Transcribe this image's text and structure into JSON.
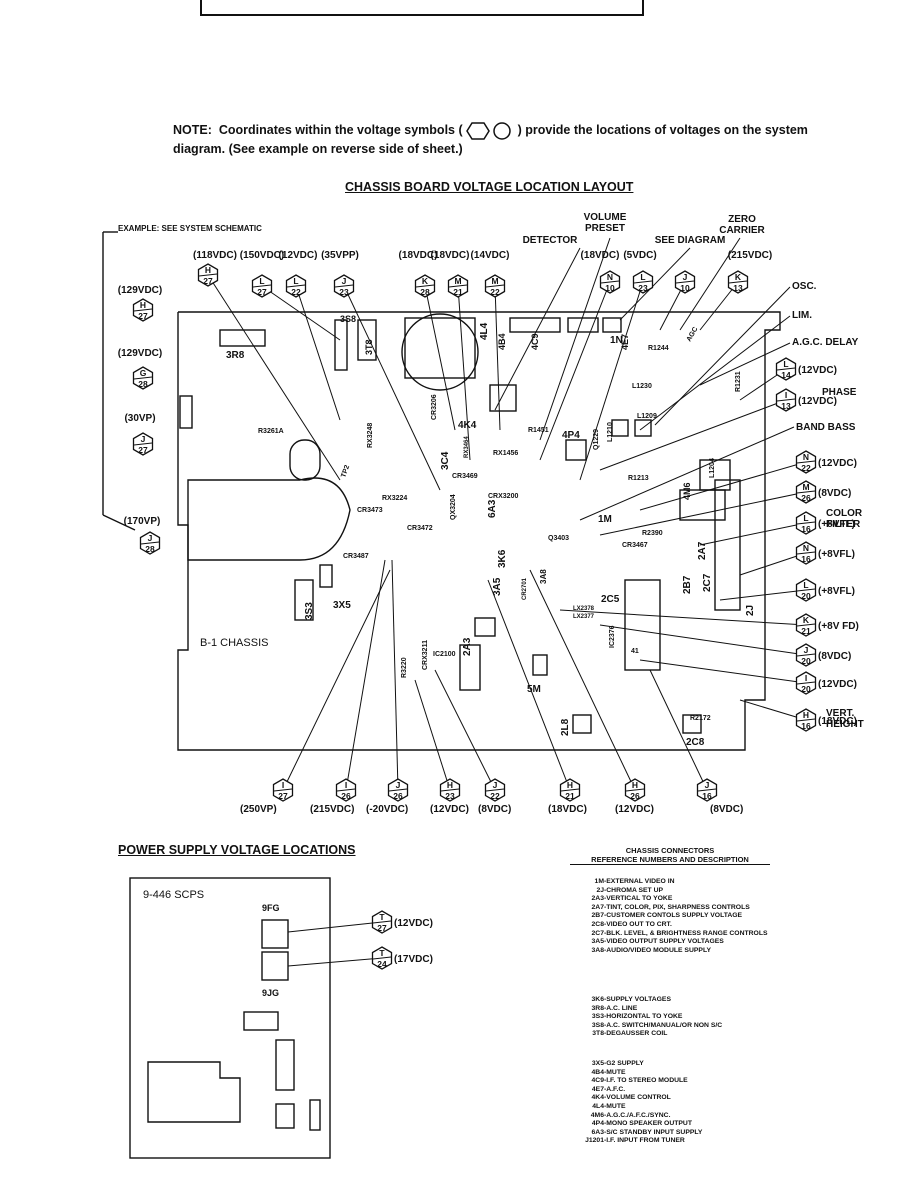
{
  "note": {
    "label": "NOTE:",
    "text_before": "Coordinates within the voltage symbols (",
    "text_after": ") provide the locations of voltages on the system diagram. (See example on reverse side of sheet.)"
  },
  "titles": {
    "chassis": "CHASSIS BOARD VOLTAGE LOCATION LAYOUT",
    "power": "POWER SUPPLY VOLTAGE LOCATIONS"
  },
  "example_label": "EXAMPLE: SEE SYSTEM SCHEMATIC",
  "callouts_top": {
    "volume_preset": "VOLUME PRESET",
    "zero_carrier": "ZERO CARRIER",
    "detector": "DETECTOR",
    "see_diagram": "SEE DIAGRAM"
  },
  "board_labels": {
    "chassis": "B-1 CHASSIS",
    "supply": "9-446 SCPS"
  },
  "chassis_markers": [
    {
      "id": "H-27-top",
      "letter": "H",
      "number": "27",
      "voltage": "(118VDC)"
    },
    {
      "id": "L-27",
      "letter": "L",
      "number": "27",
      "voltage": "(150VDC)"
    },
    {
      "id": "L-22",
      "letter": "L",
      "number": "22",
      "voltage": "(12VDC)"
    },
    {
      "id": "J-23",
      "letter": "J",
      "number": "23",
      "voltage": "(35VPP)"
    },
    {
      "id": "K-28",
      "letter": "K",
      "number": "28",
      "voltage": "(18VDC)"
    },
    {
      "id": "M-21",
      "letter": "M",
      "number": "21",
      "voltage": "(18VDC)"
    },
    {
      "id": "M-22",
      "letter": "M",
      "number": "22",
      "voltage": "(14VDC)"
    },
    {
      "id": "N-10",
      "letter": "N",
      "number": "10",
      "voltage": "(18VDC)"
    },
    {
      "id": "L-23",
      "letter": "L",
      "number": "23",
      "voltage": "(5VDC)"
    },
    {
      "id": "J-10",
      "letter": "J",
      "number": "10",
      "voltage": ""
    },
    {
      "id": "K-13",
      "letter": "K",
      "number": "13",
      "voltage": "(215VDC)"
    },
    {
      "id": "H-27-left",
      "letter": "H",
      "number": "27",
      "voltage": "(129VDC)"
    },
    {
      "id": "G-28",
      "letter": "G",
      "number": "28",
      "voltage": "(129VDC)"
    },
    {
      "id": "J-27",
      "letter": "J",
      "number": "27",
      "voltage": "(30VP)"
    },
    {
      "id": "J-28",
      "letter": "J",
      "number": "28",
      "voltage": "(170VP)"
    },
    {
      "id": "L-14",
      "letter": "L",
      "number": "14",
      "voltage": "(12VDC)"
    },
    {
      "id": "I-13",
      "letter": "I",
      "number": "13",
      "voltage": "(12VDC)"
    },
    {
      "id": "N-22",
      "letter": "N",
      "number": "22",
      "voltage": "(12VDC)"
    },
    {
      "id": "M-26",
      "letter": "M",
      "number": "26",
      "voltage": "(8VDC)"
    },
    {
      "id": "L-16",
      "letter": "L",
      "number": "16",
      "voltage": "(+8VFL)"
    },
    {
      "id": "N-16",
      "letter": "N",
      "number": "16",
      "voltage": "(+8VFL)"
    },
    {
      "id": "L-20",
      "letter": "L",
      "number": "20",
      "voltage": "(+8VFL)"
    },
    {
      "id": "K-21",
      "letter": "K",
      "number": "21",
      "voltage": "(+8V FD)"
    },
    {
      "id": "J-20",
      "letter": "J",
      "number": "20",
      "voltage": "(8VDC)"
    },
    {
      "id": "I-20",
      "letter": "I",
      "number": "20",
      "voltage": "(12VDC)"
    },
    {
      "id": "H-16",
      "letter": "H",
      "number": "16",
      "voltage": "(18VDC)"
    },
    {
      "id": "I-27",
      "letter": "I",
      "number": "27",
      "voltage": "(250VP)"
    },
    {
      "id": "I-26",
      "letter": "I",
      "number": "26",
      "voltage": "(215VDC)"
    },
    {
      "id": "J-26",
      "letter": "J",
      "number": "26",
      "voltage": "(-20VDC)"
    },
    {
      "id": "H-23",
      "letter": "H",
      "number": "23",
      "voltage": "(12VDC)"
    },
    {
      "id": "J-22",
      "letter": "J",
      "number": "22",
      "voltage": "(8VDC)"
    },
    {
      "id": "H-21",
      "letter": "H",
      "number": "21",
      "voltage": "(18VDC)"
    },
    {
      "id": "H-26",
      "letter": "H",
      "number": "26",
      "voltage": "(12VDC)"
    },
    {
      "id": "J-16",
      "letter": "J",
      "number": "16",
      "voltage": "(8VDC)"
    }
  ],
  "side_labels": {
    "osc": "OSC.",
    "lim": "LIM.",
    "agc": "A.G.C. DELAY",
    "phase": "PHASE",
    "band": "BAND BASS",
    "color_filter": "COLOR FILTER",
    "vert_height": "VERT. HEIGHT"
  },
  "components": [
    "3S8",
    "3R8",
    "3T8",
    "4L4",
    "4B4",
    "4C9",
    "1N",
    "4E7",
    "R1244",
    "AGC",
    "RX3248",
    "R3261A",
    "TP2",
    "CR3206",
    "4K4",
    "RX3464",
    "R1451",
    "RX1456",
    "3C4",
    "CR3469",
    "CRX3200",
    "4P4",
    "Q1229",
    "L1230",
    "L1209",
    "R1231",
    "L1210",
    "R1213",
    "4M6",
    "L1204",
    "RX3224",
    "CR3473",
    "CR3472",
    "QX3204",
    "6A3",
    "1M",
    "R2390",
    "CR3467",
    "3K6",
    "Q3403",
    "3A5",
    "3A8",
    "CR2701",
    "2C5",
    "LX2378",
    "LX2377",
    "2B7",
    "2A7",
    "2C7",
    "2J",
    "CR3487",
    "3S3",
    "3X5",
    "2A3",
    "CRX3211",
    "R3220",
    "IC2100",
    "5M",
    "IC2376",
    "41",
    "R2172",
    "2L8",
    "2C8"
  ],
  "power_markers": [
    {
      "id": "T-27",
      "letter": "T",
      "number": "27",
      "voltage": "(12VDC)"
    },
    {
      "id": "T-24",
      "letter": "T",
      "number": "24",
      "voltage": "(17VDC)"
    }
  ],
  "power_components": [
    "9FG",
    "9JG"
  ],
  "connectors": {
    "heading": "CHASSIS CONNECTORS",
    "subheading": "REFERENCE NUMBERS AND DESCRIPTION",
    "group1": [
      {
        "code": "1M",
        "desc": "EXTERNAL VIDEO IN"
      },
      {
        "code": "2J",
        "desc": "CHROMA SET UP"
      },
      {
        "code": "2A3",
        "desc": "VERTICAL TO YOKE"
      },
      {
        "code": "2A7",
        "desc": "TINT, COLOR, PIX, SHARPNESS CONTROLS"
      },
      {
        "code": "2B7",
        "desc": "CUSTOMER CONTOLS SUPPLY VOLTAGE"
      },
      {
        "code": "2C8",
        "desc": "VIDEO OUT TO CRT."
      },
      {
        "code": "2C7",
        "desc": "BLK. LEVEL, & BRIGHTNESS RANGE CONTROLS"
      },
      {
        "code": "3A5",
        "desc": "VIDEO OUTPUT SUPPLY VOLTAGES"
      },
      {
        "code": "3A8",
        "desc": "AUDIO/VIDEO MODULE SUPPLY"
      }
    ],
    "group2": [
      {
        "code": "3K6",
        "desc": "SUPPLY VOLTAGES"
      },
      {
        "code": "3R8",
        "desc": "A.C. LINE"
      },
      {
        "code": "3S3",
        "desc": "HORIZONTAL TO YOKE"
      },
      {
        "code": "3S8",
        "desc": "A.C. SWITCH/MANUAL/OR NON S/C"
      },
      {
        "code": "3T8",
        "desc": "DEGAUSSER COIL"
      }
    ],
    "group3": [
      {
        "code": "3X5",
        "desc": "G2 SUPPLY"
      },
      {
        "code": "4B4",
        "desc": "MUTE"
      },
      {
        "code": "4C9",
        "desc": "I.F. TO STEREO MODULE"
      },
      {
        "code": "4E7",
        "desc": "A.F.C."
      },
      {
        "code": "4K4",
        "desc": "VOLUME CONTROL"
      },
      {
        "code": "4L4",
        "desc": "MUTE"
      },
      {
        "code": "4M6",
        "desc": "A.G.C./A.F.C./SYNC."
      },
      {
        "code": "4P4",
        "desc": "MONO SPEAKER OUTPUT"
      },
      {
        "code": "6A3",
        "desc": "S/C STANDBY INPUT SUPPLY"
      },
      {
        "code": "J1201",
        "desc": "I.F. INPUT FROM TUNER"
      }
    ]
  }
}
